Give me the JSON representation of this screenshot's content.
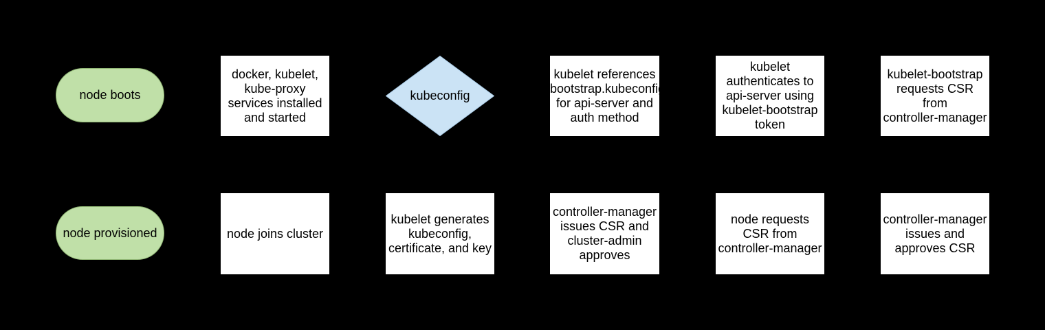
{
  "palette": {
    "canvas_bg": "#000000",
    "box_fill": "#ffffff",
    "pill_fill": "#c0e0a8",
    "pill_border": "#8fb573",
    "diamond_fill": "#cbe3f5",
    "diamond_border": "#aacde8",
    "text_color": "#000000"
  },
  "flow": {
    "top_row": {
      "start_terminator": {
        "label": "node boots"
      },
      "services_step": {
        "label": "docker, kubelet,\nkube-proxy\nservices installed\nand started"
      },
      "kubeconfig_decision": {
        "label": "kubeconfig"
      },
      "references_step": {
        "label": "kubelet references\nbootstrap.kubeconfig\nfor api-server and\nauth method"
      },
      "authenticates_step": {
        "label": "kubelet\nauthenticates to\napi-server using\nkubelet-bootstrap\ntoken"
      },
      "requests_csr_step": {
        "label": "kubelet-bootstrap\nrequests CSR\nfrom\ncontroller-manager"
      }
    },
    "bottom_row": {
      "end_terminator": {
        "label": "node provisioned"
      },
      "joins_cluster_step": {
        "label": "node joins cluster"
      },
      "generates_step": {
        "label": "kubelet generates\nkubeconfig,\ncertificate, and key"
      },
      "issues_approves_admin_step": {
        "label": "controller-manager\nissues CSR and\ncluster-admin\napproves"
      },
      "node_requests_csr_step": {
        "label": "node requests\nCSR from\ncontroller-manager"
      },
      "issues_approves_step": {
        "label": "controller-manager\nissues and\napproves CSR"
      }
    }
  }
}
